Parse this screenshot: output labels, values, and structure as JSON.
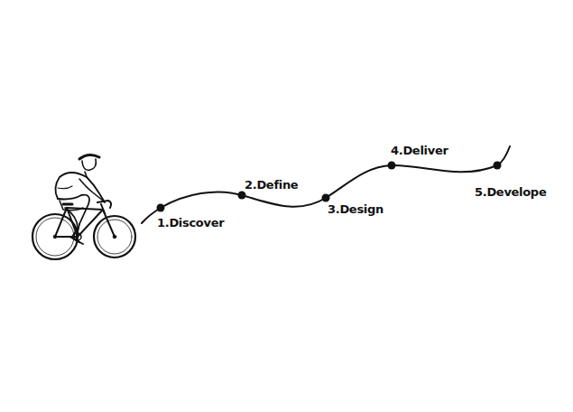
{
  "diagram": {
    "labels": [
      "1.Discover",
      "2.Define",
      "3.Design",
      "4.Deliver",
      "5.Develope"
    ]
  }
}
